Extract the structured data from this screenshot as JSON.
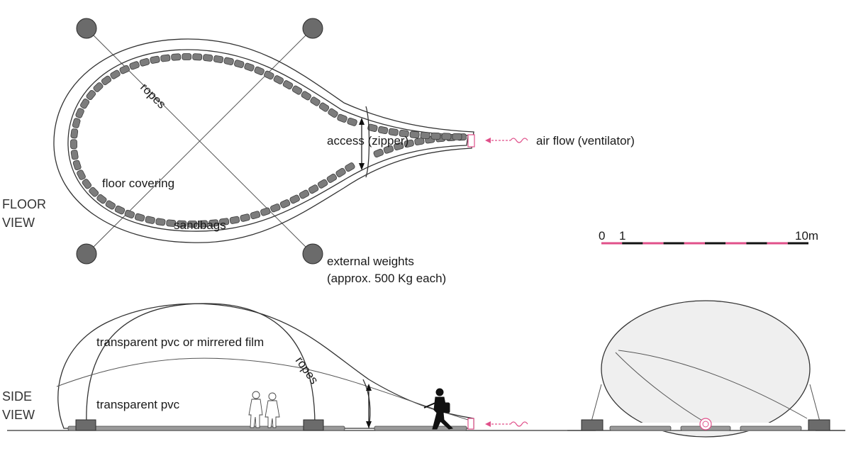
{
  "views": {
    "floor": {
      "line1": "FLOOR",
      "line2": "VIEW"
    },
    "side": {
      "line1": "SIDE",
      "line2": "VIEW"
    }
  },
  "labels": {
    "ropes": "ropes",
    "access": "access (zipper)",
    "air_flow": "air flow (ventilator)",
    "floor_covering": "floor covering",
    "sandbags": "sandbags",
    "external_weights_1": "external weights",
    "external_weights_2": "(approx. 500 Kg each)",
    "side_film": "transparent pvc or mirrered film",
    "side_ropes": "ropes",
    "side_pvc": "transparent pvc"
  },
  "scale": {
    "zero": "0",
    "one": "1",
    "ten": "10m"
  },
  "colors": {
    "accent": "#e0508a",
    "fill": "#efefef",
    "dark": "#111111"
  }
}
